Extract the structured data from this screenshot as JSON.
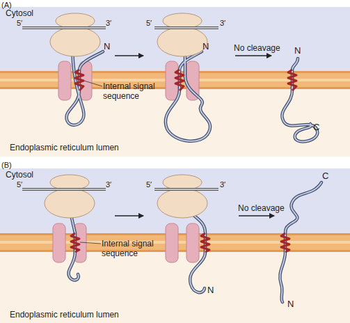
{
  "diagram": {
    "labels": [
      "(A)",
      "Cytosol",
      "5′",
      "3′",
      "5′",
      "3′",
      "N",
      "N",
      "Internal signal sequence",
      "No cleavage",
      "N",
      "C",
      "Endoplasmic reticulum lumen",
      "(B)",
      "Cytosol",
      "5′",
      "3′",
      "5′",
      "3′",
      "Internal signal sequence",
      "No cleavage",
      "C",
      "N",
      "N",
      "Endoplasmic reticulum lumen"
    ]
  }
}
